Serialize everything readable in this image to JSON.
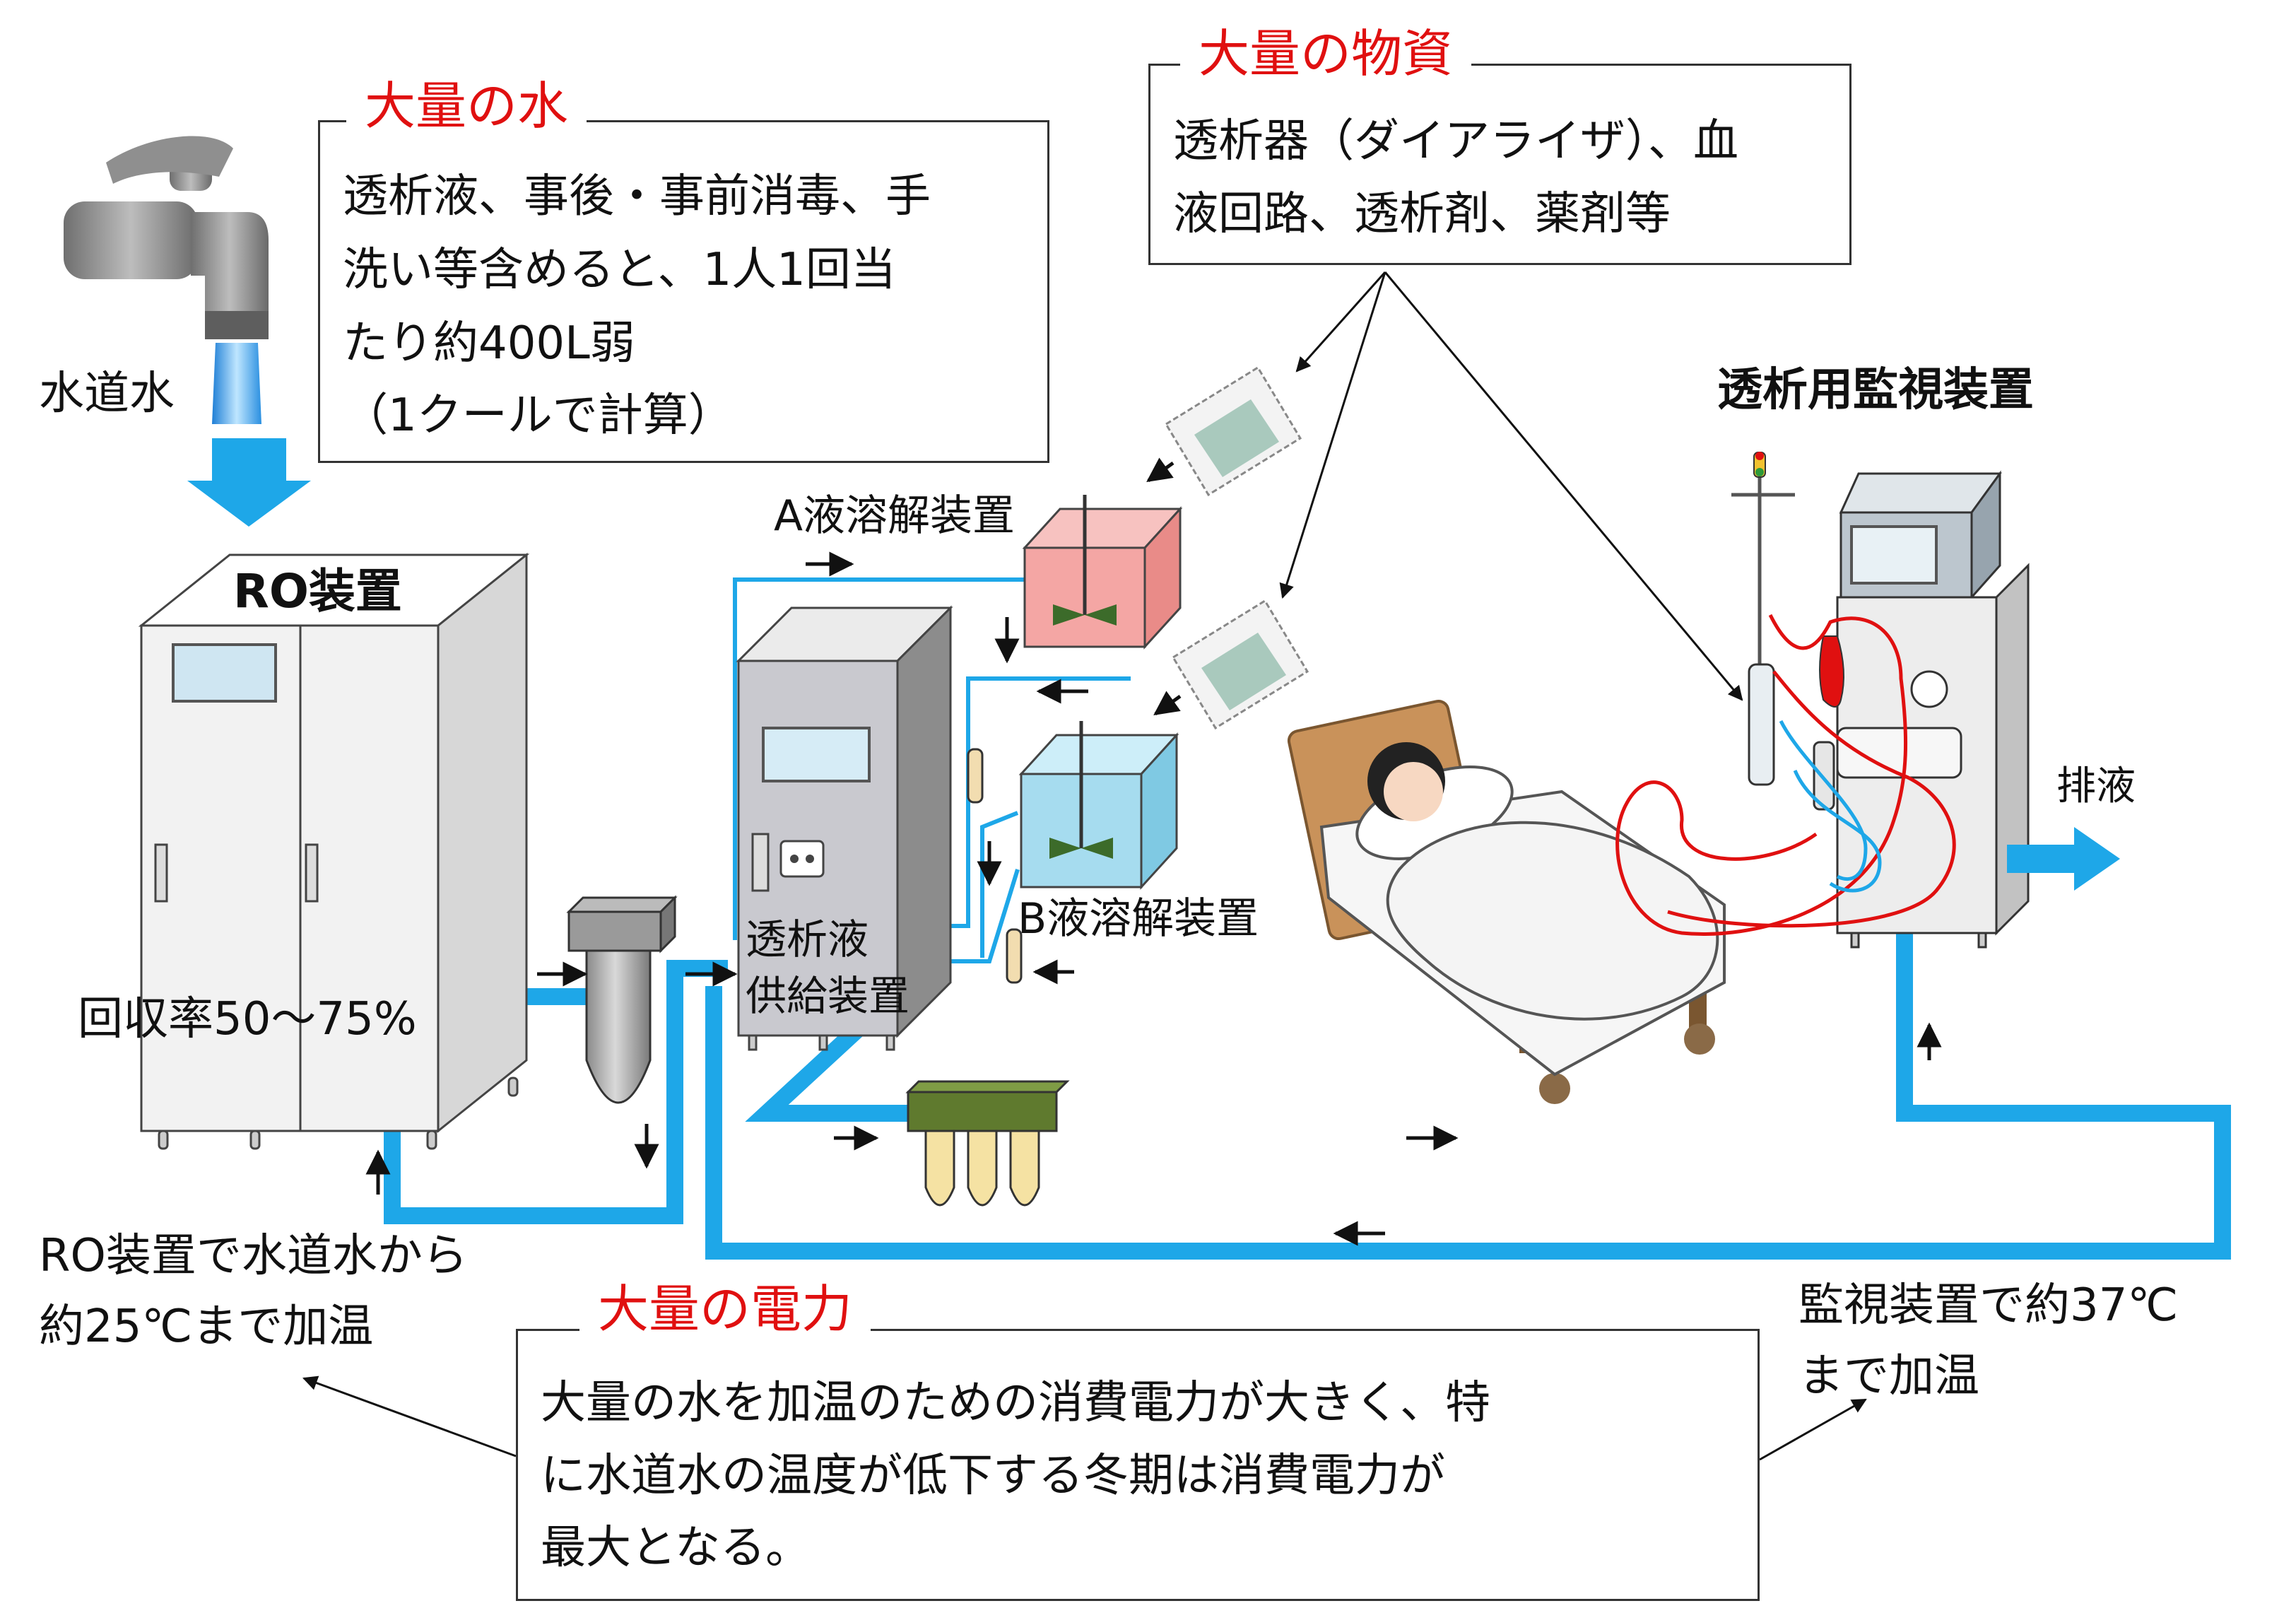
{
  "callouts": {
    "water": {
      "heading": "大量の水",
      "lines": [
        "透析液、事後・事前消毒、手",
        "洗い等含めると、1人1回当",
        "たり約400L弱",
        "（1クールで計算）"
      ]
    },
    "supplies": {
      "heading": "大量の物資",
      "lines": [
        "透析器（ダイアライザ）、血",
        "液回路、透析剤、薬剤等"
      ]
    },
    "power": {
      "heading": "大量の電力",
      "lines": [
        "大量の水を加温のための消費電力が大きく、特",
        "に水道水の温度が低下する冬期は消費電力が",
        "最大となる。"
      ]
    }
  },
  "labels": {
    "tap_water": "水道水",
    "ro_unit": "RO装置",
    "recovery_rate": "回収率50～75%",
    "ro_heating_line1": "RO装置で水道水から",
    "ro_heating_line2": "約25℃まで加温",
    "a_dissolver": "A液溶解装置",
    "b_dissolver": "B液溶解装置",
    "supply_line1": "透析液",
    "supply_line2": "供給装置",
    "monitor": "透析用監視装置",
    "drain": "排液",
    "monitor_heating_line1": "監視装置で約37℃",
    "monitor_heating_line2": "まで加温"
  },
  "colors": {
    "pipe": "#1ea7e8",
    "heading_red": "#e01010",
    "a_tank": "#f4a6a4",
    "b_tank": "#a6dcef",
    "blood": "#e01010"
  }
}
